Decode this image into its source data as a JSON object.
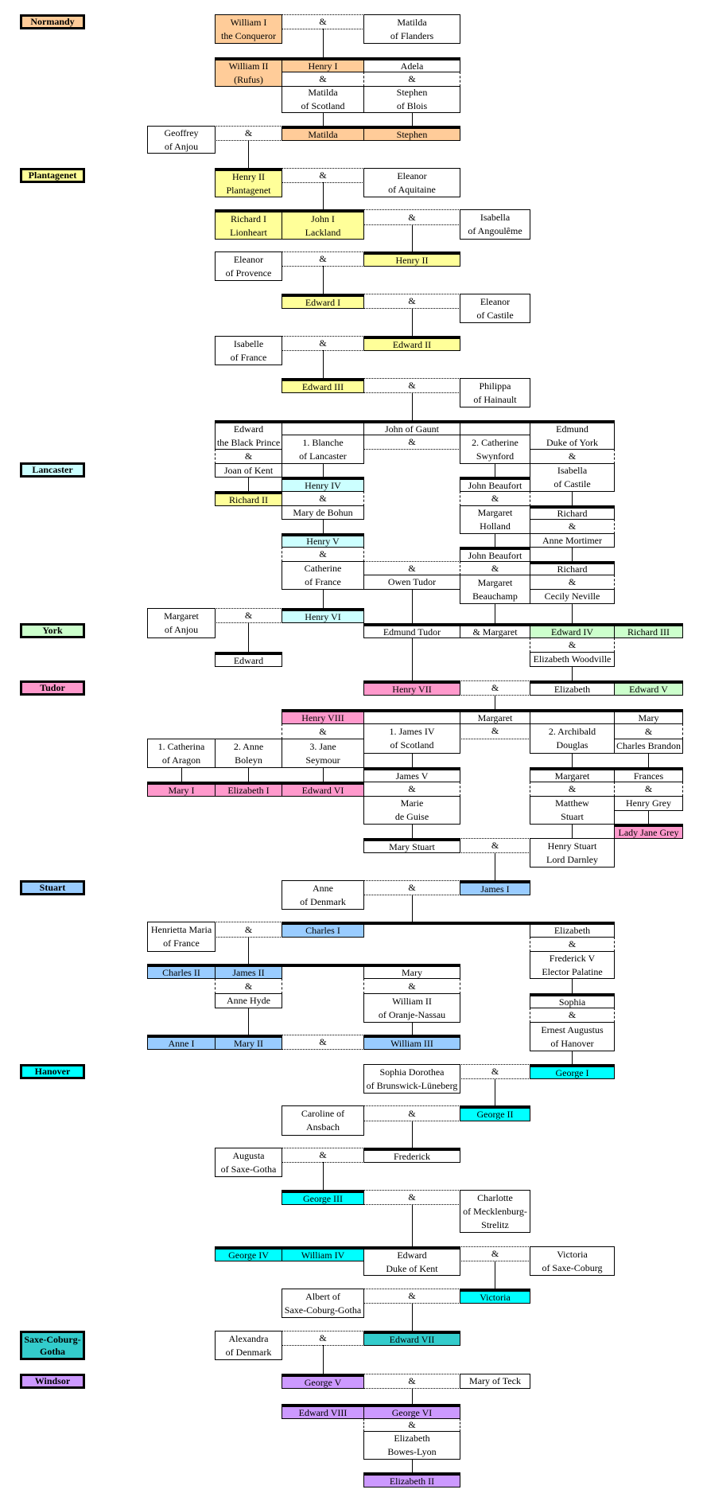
{
  "marriage_symbol": "&",
  "colors": {
    "normandy": "#FFCC99",
    "plantagenet": "#FFFF99",
    "lancaster": "#CCFFFF",
    "york": "#CCFFCC",
    "tudor": "#FF99CC",
    "stuart": "#99CCFF",
    "hanover": "#00FFFF",
    "saxe": "#33CCCC",
    "windsor": "#CC99FF"
  },
  "houses": [
    {
      "name": "Normandy",
      "key": "normandy"
    },
    {
      "name": "Plantagenet",
      "key": "plantagenet"
    },
    {
      "name": "Lancaster",
      "key": "lancaster"
    },
    {
      "name": "York",
      "key": "york"
    },
    {
      "name": "Tudor",
      "key": "tudor"
    },
    {
      "name": "Stuart",
      "key": "stuart"
    },
    {
      "name": "Hanover",
      "key": "hanover"
    },
    {
      "name": "Saxe-Coburg-\nGotha",
      "key": "saxe"
    },
    {
      "name": "Windsor",
      "key": "windsor"
    }
  ],
  "people": [
    {
      "name": "William I\nthe Conqueror",
      "house": "normandy"
    },
    {
      "name": "Matilda\nof Flanders"
    },
    {
      "name": "William II\n(Rufus)",
      "house": "normandy"
    },
    {
      "name": "Henry I",
      "house": "normandy"
    },
    {
      "name": "Adela"
    },
    {
      "name": "Matilda\nof Scotland"
    },
    {
      "name": "Stephen\nof Blois"
    },
    {
      "name": "Geoffrey\nof Anjou"
    },
    {
      "name": "Matilda",
      "house": "normandy"
    },
    {
      "name": "Stephen",
      "house": "normandy"
    },
    {
      "name": "Henry II\nPlantagenet",
      "house": "plantagenet"
    },
    {
      "name": "Eleanor\nof Aquitaine"
    },
    {
      "name": "Richard I\nLionheart",
      "house": "plantagenet"
    },
    {
      "name": "John I\nLackland",
      "house": "plantagenet"
    },
    {
      "name": "Isabella\nof Angoulême"
    },
    {
      "name": "Eleanor\nof Provence"
    },
    {
      "name": "Henry II",
      "house": "plantagenet"
    },
    {
      "name": "Edward I",
      "house": "plantagenet"
    },
    {
      "name": "Eleanor\nof Castile"
    },
    {
      "name": "Isabelle\nof France"
    },
    {
      "name": "Edward II",
      "house": "plantagenet"
    },
    {
      "name": "Edward III",
      "house": "plantagenet"
    },
    {
      "name": "Philippa\nof Hainault"
    },
    {
      "name": "Edward\nthe Black Prince"
    },
    {
      "name": "Joan of Kent"
    },
    {
      "name": "1. Blanche\nof Lancaster"
    },
    {
      "name": "John of Gaunt"
    },
    {
      "name": "2. Catherine\nSwynford"
    },
    {
      "name": "Edmund\nDuke of York"
    },
    {
      "name": "Isabella\nof Castile"
    },
    {
      "name": "Henry IV",
      "house": "lancaster"
    },
    {
      "name": "Richard II",
      "house": "plantagenet"
    },
    {
      "name": "Mary de Bohun"
    },
    {
      "name": "John Beaufort"
    },
    {
      "name": "Margaret\nHolland"
    },
    {
      "name": "Richard"
    },
    {
      "name": "Anne Mortimer"
    },
    {
      "name": "Henry V",
      "house": "lancaster"
    },
    {
      "name": "Catherine\nof France"
    },
    {
      "name": "Owen Tudor"
    },
    {
      "name": "John Beaufort"
    },
    {
      "name": "Margaret\nBeauchamp"
    },
    {
      "name": "Richard"
    },
    {
      "name": "Cecily Neville"
    },
    {
      "name": "Margaret\nof Anjou"
    },
    {
      "name": "Henry VI",
      "house": "lancaster"
    },
    {
      "name": "Edmund Tudor"
    },
    {
      "name": "& Margaret"
    },
    {
      "name": "Edward IV",
      "house": "york"
    },
    {
      "name": "Richard III",
      "house": "york"
    },
    {
      "name": "Elizabeth Woodville"
    },
    {
      "name": "Edward"
    },
    {
      "name": "Henry VII",
      "house": "tudor"
    },
    {
      "name": "Elizabeth"
    },
    {
      "name": "Edward V",
      "house": "york"
    },
    {
      "name": "Henry VIII",
      "house": "tudor"
    },
    {
      "name": "Margaret"
    },
    {
      "name": "Mary"
    },
    {
      "name": "1. James IV\nof Scotland"
    },
    {
      "name": "2. Archibald\nDouglas"
    },
    {
      "name": "Charles Brandon"
    },
    {
      "name": "1. Catherina\nof Aragon"
    },
    {
      "name": "2. Anne\nBoleyn"
    },
    {
      "name": "3. Jane\nSeymour"
    },
    {
      "name": "Mary I",
      "house": "tudor"
    },
    {
      "name": "Elizabeth I",
      "house": "tudor"
    },
    {
      "name": "Edward VI",
      "house": "tudor"
    },
    {
      "name": "James V"
    },
    {
      "name": "Marie\nde Guise"
    },
    {
      "name": "Margaret"
    },
    {
      "name": "Frances"
    },
    {
      "name": "Matthew\nStuart"
    },
    {
      "name": "Henry Grey"
    },
    {
      "name": "Lady Jane Grey",
      "house": "tudor"
    },
    {
      "name": "Mary Stuart"
    },
    {
      "name": "Henry Stuart\nLord Darnley"
    },
    {
      "name": "Anne\nof Denmark"
    },
    {
      "name": "James I",
      "house": "stuart"
    },
    {
      "name": "Henrietta Maria\nof France"
    },
    {
      "name": "Charles I",
      "house": "stuart"
    },
    {
      "name": "Elizabeth"
    },
    {
      "name": "Frederick V\nElector Palatine"
    },
    {
      "name": "Charles II",
      "house": "stuart"
    },
    {
      "name": "James II",
      "house": "stuart"
    },
    {
      "name": "Anne Hyde"
    },
    {
      "name": "Mary"
    },
    {
      "name": "William II\nof Oranje-Nassau"
    },
    {
      "name": "Sophia"
    },
    {
      "name": "Ernest Augustus\nof Hanover"
    },
    {
      "name": "Anne I",
      "house": "stuart"
    },
    {
      "name": "Mary II",
      "house": "stuart"
    },
    {
      "name": "William III",
      "house": "stuart"
    },
    {
      "name": "Sophia Dorothea\nof Brunswick-Lüneberg"
    },
    {
      "name": "George I",
      "house": "hanover"
    },
    {
      "name": "Caroline of\nAnsbach"
    },
    {
      "name": "George II",
      "house": "hanover"
    },
    {
      "name": "Augusta\nof Saxe-Gotha"
    },
    {
      "name": "Frederick"
    },
    {
      "name": "George III",
      "house": "hanover"
    },
    {
      "name": "Charlotte\nof Mecklenburg-\nStrelitz"
    },
    {
      "name": "George IV",
      "house": "hanover"
    },
    {
      "name": "William IV",
      "house": "hanover"
    },
    {
      "name": "Edward\nDuke of Kent"
    },
    {
      "name": "Victoria\nof  Saxe-Coburg"
    },
    {
      "name": "Albert of\nSaxe-Coburg-Gotha"
    },
    {
      "name": "Victoria",
      "house": "hanover"
    },
    {
      "name": "Alexandra\nof Denmark"
    },
    {
      "name": "Edward VII",
      "house": "saxe"
    },
    {
      "name": "George V",
      "house": "windsor"
    },
    {
      "name": "Mary of Teck"
    },
    {
      "name": "Edward VIII",
      "house": "windsor"
    },
    {
      "name": "George VI",
      "house": "windsor"
    },
    {
      "name": "Elizabeth\nBowes-Lyon"
    },
    {
      "name": "Elizabeth II",
      "house": "windsor"
    }
  ]
}
